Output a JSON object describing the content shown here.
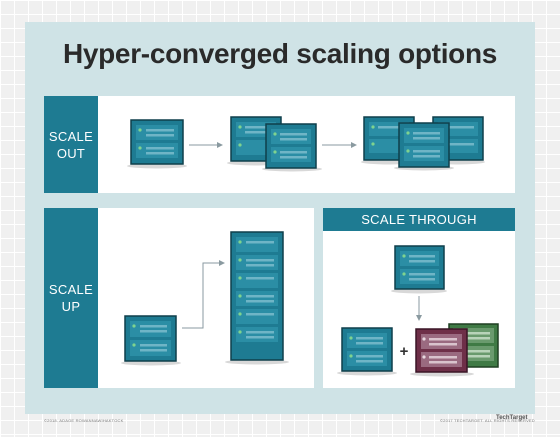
{
  "title": "Hyper-converged scaling options",
  "sections": {
    "scale_out": {
      "line1": "SCALE",
      "line2": "OUT"
    },
    "scale_up": {
      "line1": "SCALE",
      "line2": "UP"
    },
    "scale_through": {
      "label": "SCALE THROUGH"
    }
  },
  "plus_sign": "+",
  "footer": {
    "credit": "©2018. ADAGE ROWANNAWIHAKTOCK",
    "copyright": "©2017 TECHTARGET. ALL RIGHTS RESERVED",
    "brand": "TechTarget"
  },
  "colors": {
    "background_panel": "#cfe3e6",
    "accent_teal": "#1e7b92",
    "server_teal": "#1e7b92",
    "server_maroon": "#6e2f48",
    "server_green": "#3f7a45"
  },
  "icons": {
    "server_unit": "server-unit-icon",
    "server_rack": "server-rack-icon",
    "arrow": "arrow-icon"
  }
}
